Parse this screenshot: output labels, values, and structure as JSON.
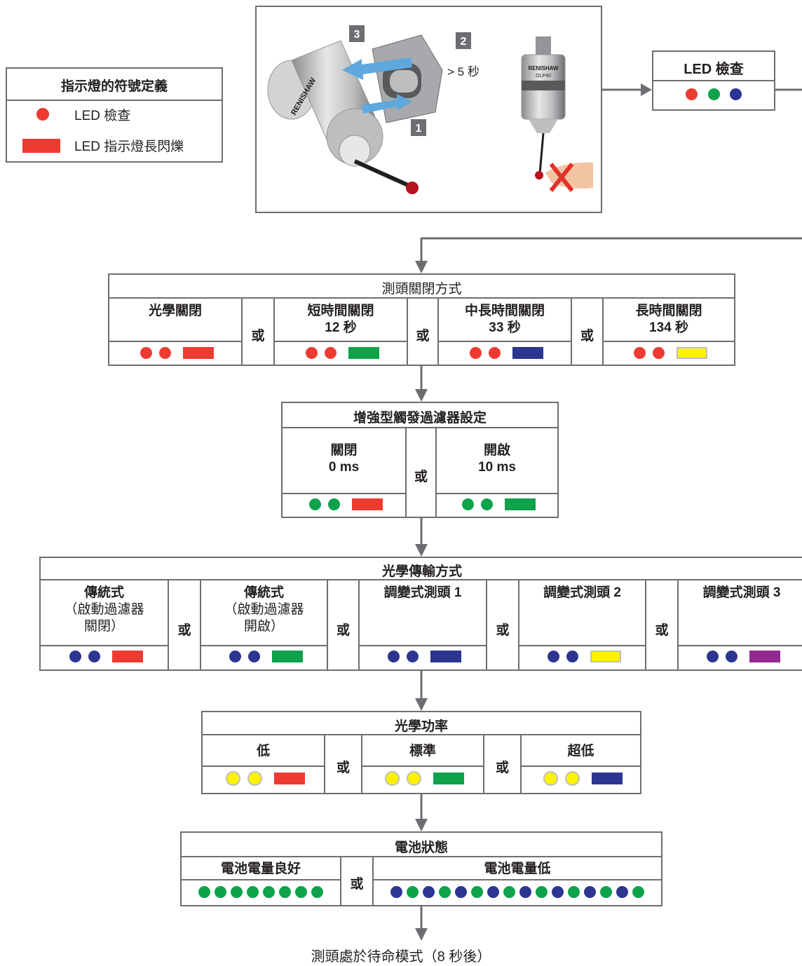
{
  "colors": {
    "red": "#ee3b32",
    "green": "#0ea24b",
    "blue": "#2c3590",
    "yellow": "#fff200",
    "purple": "#92278f",
    "line": "#6d6e71"
  },
  "legend": {
    "title": "指示燈的符號定義",
    "dot_label": "LED 檢查",
    "bar_label": "LED 指示燈長閃爍"
  },
  "illustration": {
    "step1": "1",
    "step2": "2",
    "step3": "3",
    "hold_time": "> 5 秒",
    "brand_text": "RENISHAW",
    "model_text": "OLP40"
  },
  "led_check": {
    "title": "LED 檢查",
    "dots": [
      "red",
      "green",
      "blue"
    ]
  },
  "or_label": "或",
  "switch_off": {
    "title": "測頭關閉方式",
    "options": [
      {
        "line1": "光學關閉",
        "line2": "",
        "dots": [
          "red",
          "red"
        ],
        "bar": "red"
      },
      {
        "line1": "短時間關閉",
        "line2": "12 秒",
        "dots": [
          "red",
          "red"
        ],
        "bar": "green"
      },
      {
        "line1": "中長時間關閉",
        "line2": "33 秒",
        "dots": [
          "red",
          "red"
        ],
        "bar": "blue"
      },
      {
        "line1": "長時間關閉",
        "line2": "134 秒",
        "dots": [
          "red",
          "red"
        ],
        "bar": "yellow"
      }
    ]
  },
  "filter": {
    "title": "增強型觸發過濾器設定",
    "options": [
      {
        "line1": "關閉",
        "line2": "0 ms",
        "dots": [
          "green",
          "green"
        ],
        "bar": "red"
      },
      {
        "line1": "開啟",
        "line2": "10 ms",
        "dots": [
          "green",
          "green"
        ],
        "bar": "green"
      }
    ]
  },
  "transmission": {
    "title": "光學傳輸方式",
    "options": [
      {
        "line1": "傳統式",
        "line2": "（啟動過濾器",
        "line3": "關閉）",
        "dots": [
          "blue",
          "blue"
        ],
        "bar": "red"
      },
      {
        "line1": "傳統式",
        "line2": "（啟動過濾器",
        "line3": "開啟）",
        "dots": [
          "blue",
          "blue"
        ],
        "bar": "green"
      },
      {
        "line1": "調變式測頭 1",
        "line2": "",
        "line3": "",
        "dots": [
          "blue",
          "blue"
        ],
        "bar": "blue"
      },
      {
        "line1": "調變式測頭 2",
        "line2": "",
        "line3": "",
        "dots": [
          "blue",
          "blue"
        ],
        "bar": "yellow"
      },
      {
        "line1": "調變式測頭 3",
        "line2": "",
        "line3": "",
        "dots": [
          "blue",
          "blue"
        ],
        "bar": "purple"
      }
    ]
  },
  "power": {
    "title": "光學功率",
    "options": [
      {
        "label": "低",
        "dots": [
          "yellow",
          "yellow"
        ],
        "bar": "red"
      },
      {
        "label": "標準",
        "dots": [
          "yellow",
          "yellow"
        ],
        "bar": "green"
      },
      {
        "label": "超低",
        "dots": [
          "yellow",
          "yellow"
        ],
        "bar": "blue"
      }
    ]
  },
  "battery": {
    "title": "電池狀態",
    "good": {
      "label": "電池電量良好",
      "dots": [
        "green",
        "green",
        "green",
        "green",
        "green",
        "green",
        "green",
        "green"
      ]
    },
    "low": {
      "label": "電池電量低",
      "dots": [
        "blue",
        "green",
        "blue",
        "green",
        "blue",
        "green",
        "blue",
        "green",
        "blue",
        "green",
        "blue",
        "green",
        "blue",
        "green",
        "blue",
        "green"
      ]
    }
  },
  "final": "測頭處於待命模式（8 秒後）"
}
